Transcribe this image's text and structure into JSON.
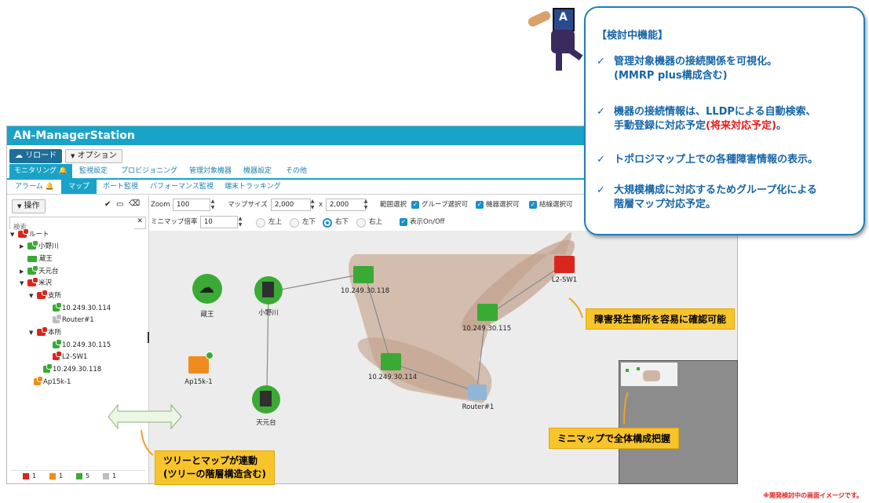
{
  "app": {
    "title": "AN-ManagerStation",
    "reload_label": "リロード",
    "options_label": "オプション"
  },
  "nav_main": [
    "モニタリング",
    "監視設定",
    "プロビジョニング",
    "管理対象機器",
    "機器設定",
    "その他"
  ],
  "nav_sub": [
    "アラーム",
    "マップ",
    "ポート監視",
    "パフォーマンス監視",
    "端末トラッキング"
  ],
  "left_panel": {
    "operation_label": "操作",
    "search_placeholder": "検索",
    "tree": [
      {
        "label": "ルート",
        "color": "#d9261c"
      },
      {
        "label": "小野川",
        "color": "#3aaa35"
      },
      {
        "label": "蔵王",
        "color": "#3aaa35"
      },
      {
        "label": "天元台",
        "color": "#3aaa35"
      },
      {
        "label": "米沢",
        "color": "#d9261c"
      },
      {
        "label": "支所",
        "color": "#d9261c"
      },
      {
        "label": "10.249.30.114",
        "color": "#3aaa35"
      },
      {
        "label": "Router#1",
        "color": "#bdbdbd"
      },
      {
        "label": "本所",
        "color": "#d9261c"
      },
      {
        "label": "10.249.30.115",
        "color": "#3aaa35"
      },
      {
        "label": "L2-SW1",
        "color": "#d9261c"
      },
      {
        "label": "10.249.30.118",
        "color": "#3aaa35"
      },
      {
        "label": "Ap15k-1",
        "color": "#f08c1e"
      }
    ],
    "status_counts": [
      "1",
      "1",
      "5",
      "1"
    ]
  },
  "toolbar": {
    "zoom_label": "Zoom",
    "zoom_value": "100",
    "map_size_label": "マップサイズ",
    "map_w": "2,000",
    "x_label": "x",
    "map_h": "2,000",
    "range_select_label": "範囲選択",
    "group_select_label": "グループ選択可",
    "device_select_label": "機器選択可",
    "link_select_label": "結線選択可",
    "minimap_ratio_label": "ミニマップ倍率",
    "minimap_ratio_value": "10",
    "pos_tl": "左上",
    "pos_bl": "左下",
    "pos_br": "右下",
    "pos_tr": "右上",
    "show_onoff_label": "表示On/Off"
  },
  "map": {
    "nodes": [
      "蔵王",
      "小野川",
      "Ap15k-1",
      "天元台",
      "10.249.30.118",
      "10.249.30.114",
      "Router#1",
      "10.249.30.115",
      "L2-SW1"
    ]
  },
  "callouts": {
    "fault": "障害発生箇所を容易に確認可能",
    "minimap": "ミニマップで全体構成把握",
    "tree_line1": "ツリーとマップが連動",
    "tree_line2": "(ツリーの階層構造含む)"
  },
  "bubble": {
    "heading": "【検討中機能】",
    "item1_line1": "管理対象機器の接続関係を可視化。",
    "item1_line2": "(MMRP plus構成含む)",
    "item2_line1": "機器の接続情報は、LLDPによる自動検索、",
    "item2_line2": "手動登録に対応予定",
    "item2_warn": "(将来対応予定)",
    "item2_end": "。",
    "item3": "トポロジマップ上での各種障害情報の表示。",
    "item4_line1": "大規模構成に対応するためグループ化による",
    "item4_line2": "階層マップ対応予定。",
    "check": "✓"
  },
  "footnote": "※開発検討中の画面イメージです。"
}
